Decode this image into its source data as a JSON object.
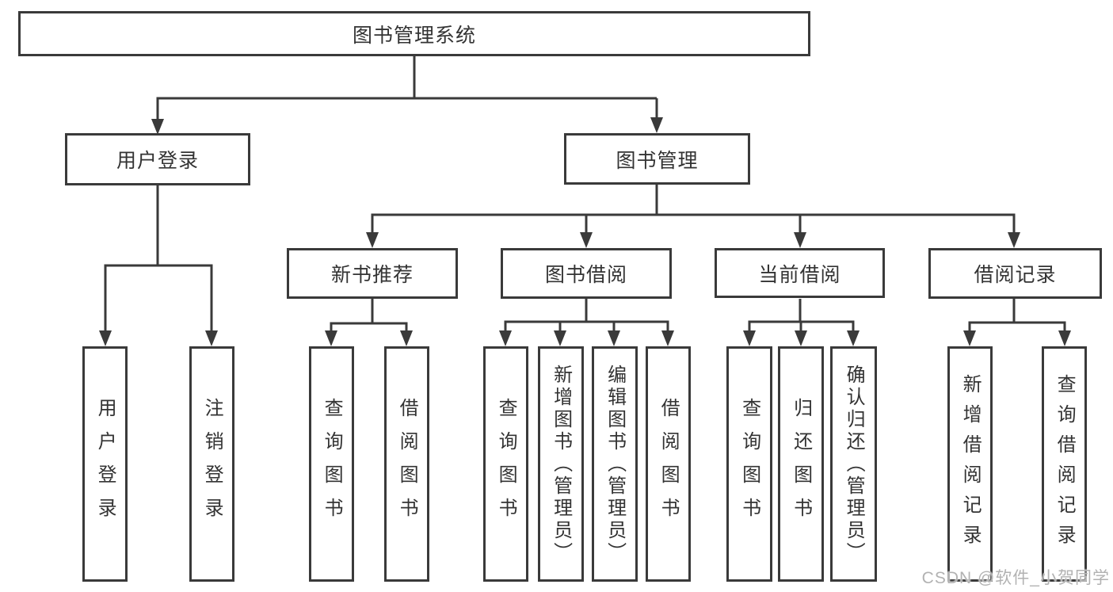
{
  "colors": {
    "line": "#3a3a3a",
    "text": "#333333",
    "background": "#ffffff",
    "watermark": "#b2b2b2"
  },
  "watermark": {
    "text": "CSDN @软件_小贺同学"
  },
  "tree": {
    "root": {
      "label": "图书管理系统",
      "children": [
        {
          "label": "用户登录",
          "children": [
            {
              "label": "用户登录"
            },
            {
              "label": "注销登录"
            }
          ]
        },
        {
          "label": "图书管理",
          "children": [
            {
              "label": "新书推荐",
              "children": [
                {
                  "label": "查询图书"
                },
                {
                  "label": "借阅图书"
                }
              ]
            },
            {
              "label": "图书借阅",
              "children": [
                {
                  "label": "查询图书"
                },
                {
                  "label": "新增图书（管理员）"
                },
                {
                  "label": "编辑图书（管理员）"
                },
                {
                  "label": "借阅图书"
                }
              ]
            },
            {
              "label": "当前借阅",
              "children": [
                {
                  "label": "查询图书"
                },
                {
                  "label": "归还图书"
                },
                {
                  "label": "确认归还（管理员）"
                }
              ]
            },
            {
              "label": "借阅记录",
              "children": [
                {
                  "label": "新增借阅记录"
                },
                {
                  "label": "查询借阅记录"
                }
              ]
            }
          ]
        }
      ]
    }
  }
}
